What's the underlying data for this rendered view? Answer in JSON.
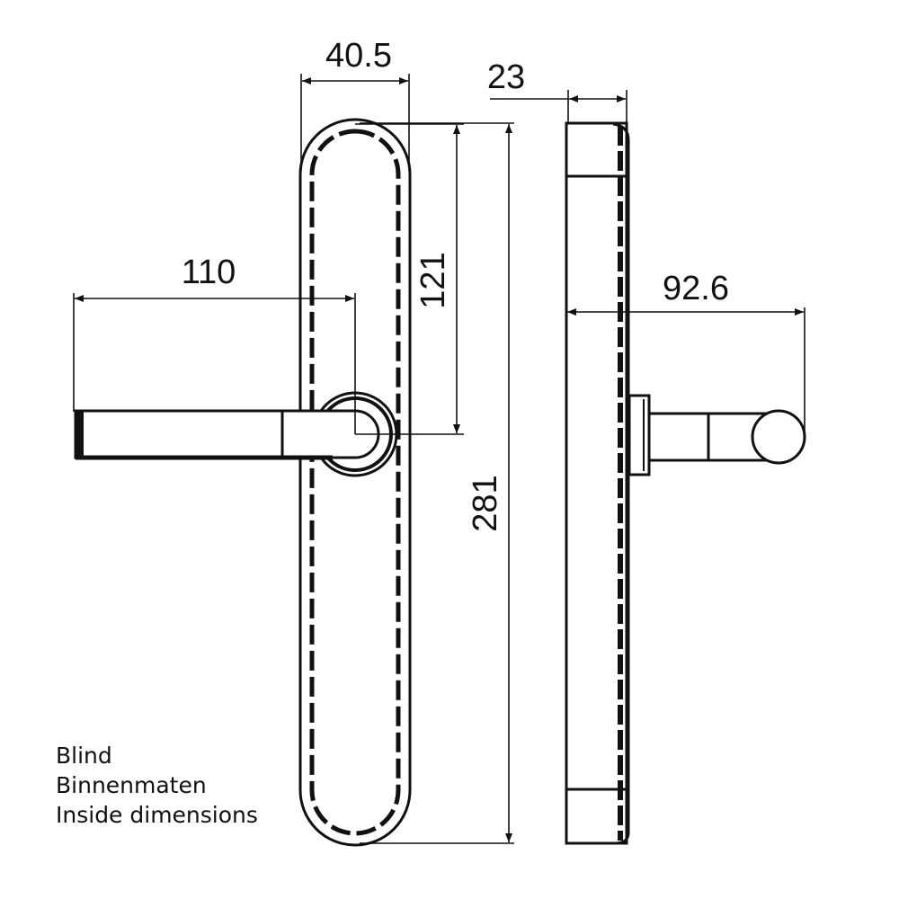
{
  "dimensions": {
    "plate_width": "40.5",
    "plate_thickness": "23",
    "lever_length": "110",
    "spindle_height": "121",
    "plate_height": "281",
    "lever_projection": "92.6"
  },
  "notes": [
    "Blind",
    "Binnenmaten",
    "Inside dimensions"
  ],
  "colors": {
    "line": "#111111",
    "background": "#ffffff"
  }
}
